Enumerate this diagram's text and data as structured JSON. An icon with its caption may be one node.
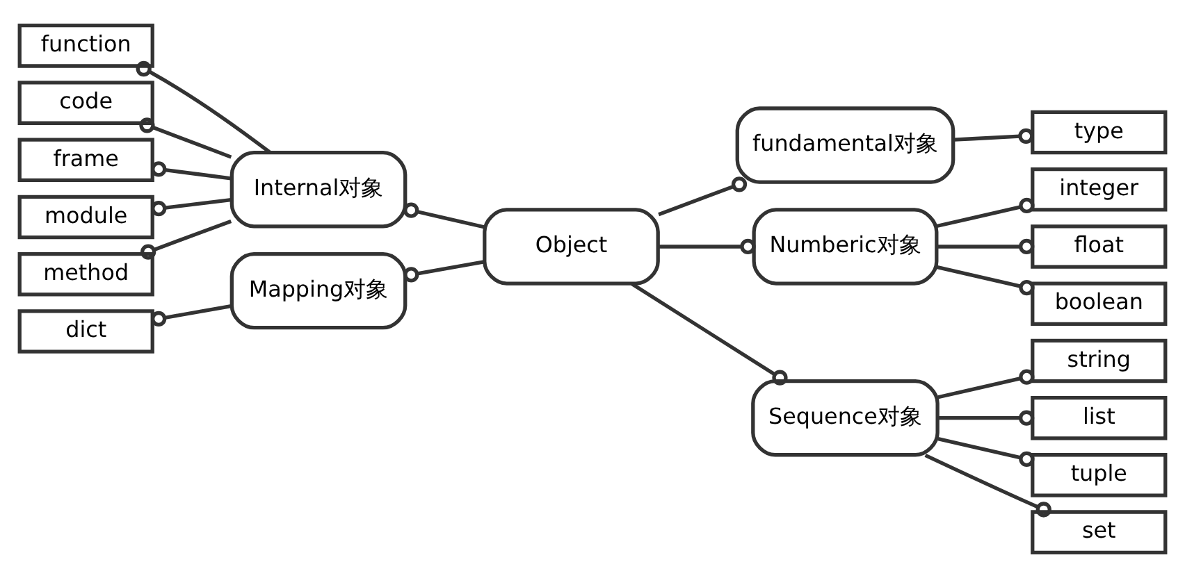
{
  "diagram": {
    "nodes": [
      {
        "text": [
          "Object"
        ]
      },
      {
        "text": [
          "Internal对象"
        ]
      },
      {
        "text": [
          "function"
        ]
      },
      {
        "text": [
          "code"
        ]
      },
      {
        "text": [
          "frame"
        ]
      },
      {
        "text": [
          "module"
        ]
      },
      {
        "text": [
          "method"
        ]
      },
      {
        "text": [
          "Mapping对象"
        ]
      },
      {
        "text": [
          "dict"
        ]
      },
      {
        "text": [
          "fundamental对象"
        ]
      },
      {
        "text": [
          "type"
        ]
      },
      {
        "text": [
          "Numberic对象"
        ]
      },
      {
        "text": [
          "integer"
        ]
      },
      {
        "text": [
          "float"
        ]
      },
      {
        "text": [
          "boolean"
        ]
      },
      {
        "text": [
          "Sequence对象"
        ]
      },
      {
        "text": [
          "string"
        ]
      },
      {
        "text": [
          "list"
        ]
      },
      {
        "text": [
          "tuple"
        ]
      },
      {
        "text": [
          "set"
        ]
      }
    ],
    "edges": [
      {
        "from": 0,
        "to": 1,
        "arrow": "other"
      },
      {
        "from": 1,
        "to": 2,
        "arrow": "other"
      },
      {
        "from": 1,
        "to": 3,
        "arrow": "other"
      },
      {
        "from": 1,
        "to": 4,
        "arrow": "other"
      },
      {
        "from": 1,
        "to": 5,
        "arrow": "other"
      },
      {
        "from": 1,
        "to": 6,
        "arrow": "other"
      },
      {
        "from": 0,
        "to": 7,
        "arrow": "other"
      },
      {
        "from": 7,
        "to": 8,
        "arrow": "other"
      },
      {
        "from": 0,
        "to": 9,
        "arrow": "other"
      },
      {
        "from": 9,
        "to": 10,
        "arrow": "other"
      },
      {
        "from": 0,
        "to": 11,
        "arrow": "other"
      },
      {
        "from": 11,
        "to": 12,
        "arrow": "other"
      },
      {
        "from": 11,
        "to": 13,
        "arrow": "other"
      },
      {
        "from": 11,
        "to": 14,
        "arrow": "other"
      },
      {
        "from": 0,
        "to": 15,
        "arrow": "other"
      },
      {
        "from": 15,
        "to": 16,
        "arrow": "other"
      },
      {
        "from": 15,
        "to": 17,
        "arrow": "other"
      },
      {
        "from": 15,
        "to": 18,
        "arrow": "other"
      },
      {
        "from": 15,
        "to": 19,
        "arrow": "other"
      }
    ]
  }
}
